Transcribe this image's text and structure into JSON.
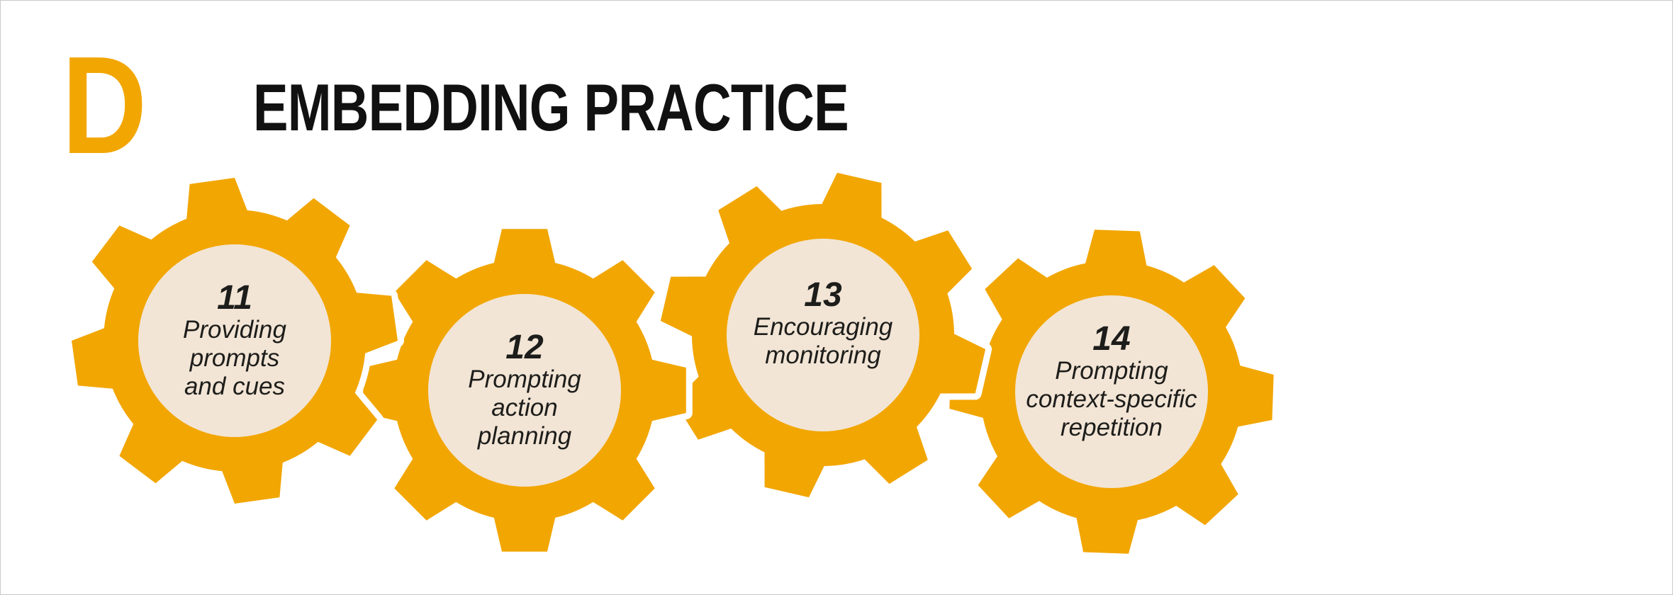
{
  "header": {
    "section_letter": "D",
    "title": "EMBEDDING PRACTICE"
  },
  "colors": {
    "accent_orange": "#F2A602",
    "inner_circle_cream": "#F2E5D5",
    "text_dark": "#1D1D1B",
    "title_black": "#111111",
    "background": "#FFFFFF"
  },
  "gears": [
    {
      "number": "11",
      "label_lines": [
        "Providing",
        "prompts",
        "and cues"
      ]
    },
    {
      "number": "12",
      "label_lines": [
        "Prompting",
        "action",
        "planning"
      ]
    },
    {
      "number": "13",
      "label_lines": [
        "Encouraging",
        "monitoring"
      ]
    },
    {
      "number": "14",
      "label_lines": [
        "Prompting",
        "context-specific",
        "repetition"
      ]
    }
  ]
}
